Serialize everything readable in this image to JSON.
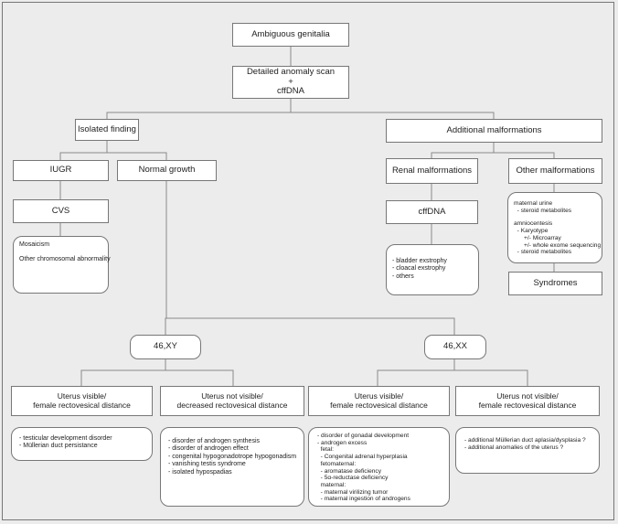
{
  "nodes": {
    "root": "Ambiguous genitalia",
    "scan": [
      "Detailed anomaly scan",
      "+",
      "cffDNA"
    ],
    "isolated": "Isolated finding",
    "additional": "Additional malformations",
    "iugr": "IUGR",
    "normal_growth": "Normal growth",
    "renal": "Renal malformations",
    "other_malf": "Other malformations",
    "cvs": "CVS",
    "cffdna2": "cffDNA",
    "syndromes": "Syndromes",
    "xy": "46,XY",
    "xx": "46,XX",
    "xy_visible": [
      "Uterus visible/",
      "female rectovesical distance"
    ],
    "xy_not_visible": [
      "Uterus not visible/",
      "decreased rectovesical distance"
    ],
    "xx_visible": [
      "Uterus visible/",
      "female rectovesical distance"
    ],
    "xx_not_visible": [
      "Uterus not visible/",
      "female rectovesical distance"
    ]
  },
  "notes": {
    "cvs": [
      "Mosaicism",
      "",
      "Other chromosomal abnormality"
    ],
    "renal": [
      "- bladder exstrophy",
      "- cloacal exstrophy",
      "- others"
    ],
    "other": [
      "maternal urine",
      "  - steroid metabolites",
      "",
      "amniocentesis",
      "  - Karyotype",
      "      +/- Microarray",
      "      +/- whole exome sequencing",
      "  - steroid metabolites"
    ],
    "xy_visible": [
      "- testicular development disorder",
      "- Müllerian duct persistance"
    ],
    "xy_not_visible": [
      "- disorder of androgen synthesis",
      "- disorder of androgen effect",
      "- congenital hypogonadotrope hypogonadism",
      "- vanishing testis syndrome",
      "- isolated hypospadias"
    ],
    "xx_visible": [
      "- disorder of gonadal development",
      "- androgen excess",
      "  fetal:",
      "  - Congenital adrenal hyperplasia",
      "  fetomaternal:",
      "  - aromatase deficiency",
      "  - 5α-reductase deficiency",
      "  maternal:",
      "  - maternal virilizing tumor",
      "  - maternal ingestion of androgens"
    ],
    "xx_not_visible": [
      "- additional Müllerian duct aplasia/dysplasia ?",
      "- additional anomalies of the uterus ?"
    ]
  },
  "colors": {
    "background": "#ececec",
    "box": "#ffffff",
    "border": "#777777",
    "line": "#8a8a8a"
  }
}
